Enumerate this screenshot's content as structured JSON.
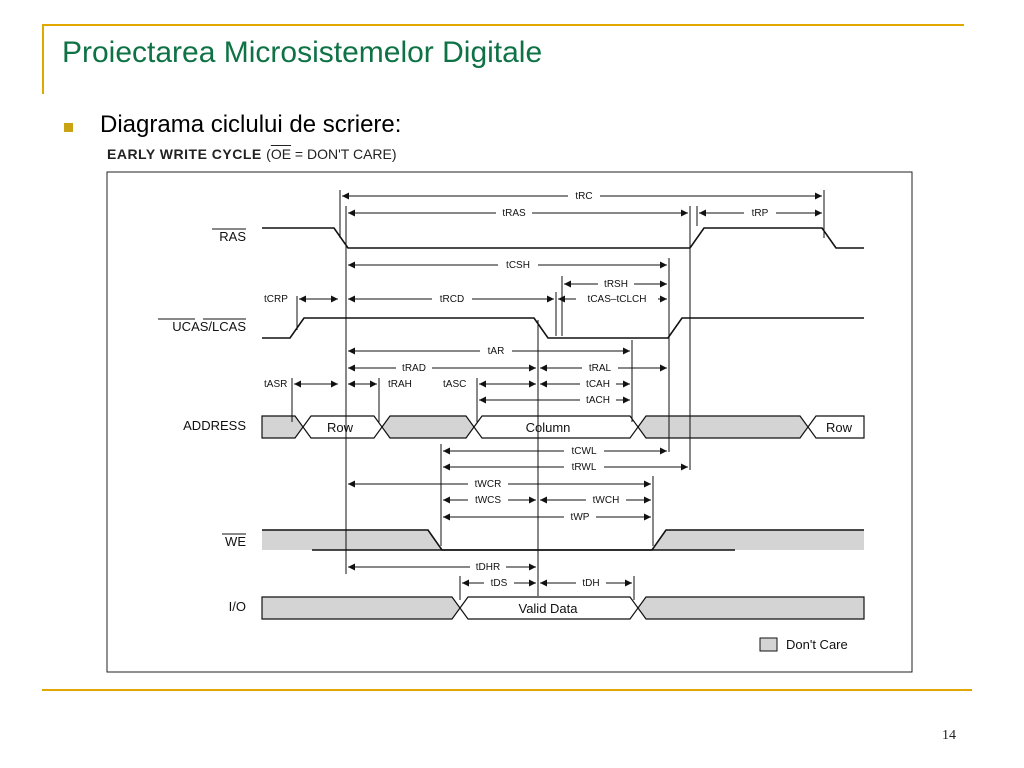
{
  "slide": {
    "title": "Proiectarea Microsistemelor Digitale",
    "bullet": "Diagrama ciclului de scriere:",
    "page_number": "14"
  },
  "diagram": {
    "heading_main": "EARLY WRITE CYCLE",
    "heading_open": "(",
    "heading_oe": "OE",
    "heading_rest": " = DON'T CARE)",
    "signals": {
      "ras": "RAS",
      "ucas": "UCAS/LCAS",
      "address": "ADDRESS",
      "we": "WE",
      "io": "I/O"
    },
    "bus_labels": {
      "row1": "Row",
      "column": "Column",
      "row2": "Row",
      "valid_data": "Valid Data"
    },
    "timings": {
      "trc": "tRC",
      "tras": "tRAS",
      "trp": "tRP",
      "tcsh": "tCSH",
      "trsh": "tRSH",
      "tcrp": "tCRP",
      "trcd": "tRCD",
      "tcas": "tCAS–tCLCH",
      "tar": "tAR",
      "trad": "tRAD",
      "tral": "tRAL",
      "tasr": "tASR",
      "trah": "tRAH",
      "tasc": "tASC",
      "tcah": "tCAH",
      "tach": "tACH",
      "tcwl": "tCWL",
      "trwl": "tRWL",
      "twcr": "tWCR",
      "twcs": "tWCS",
      "twch": "tWCH",
      "twp": "tWP",
      "tdhr": "tDHR",
      "tds": "tDS",
      "tdh": "tDH"
    },
    "legend": "Don't Care",
    "colors": {
      "dont_care_fill": "#d4d4d4",
      "title_green": "#0e7245",
      "accent_gold": "#e0a800"
    }
  }
}
